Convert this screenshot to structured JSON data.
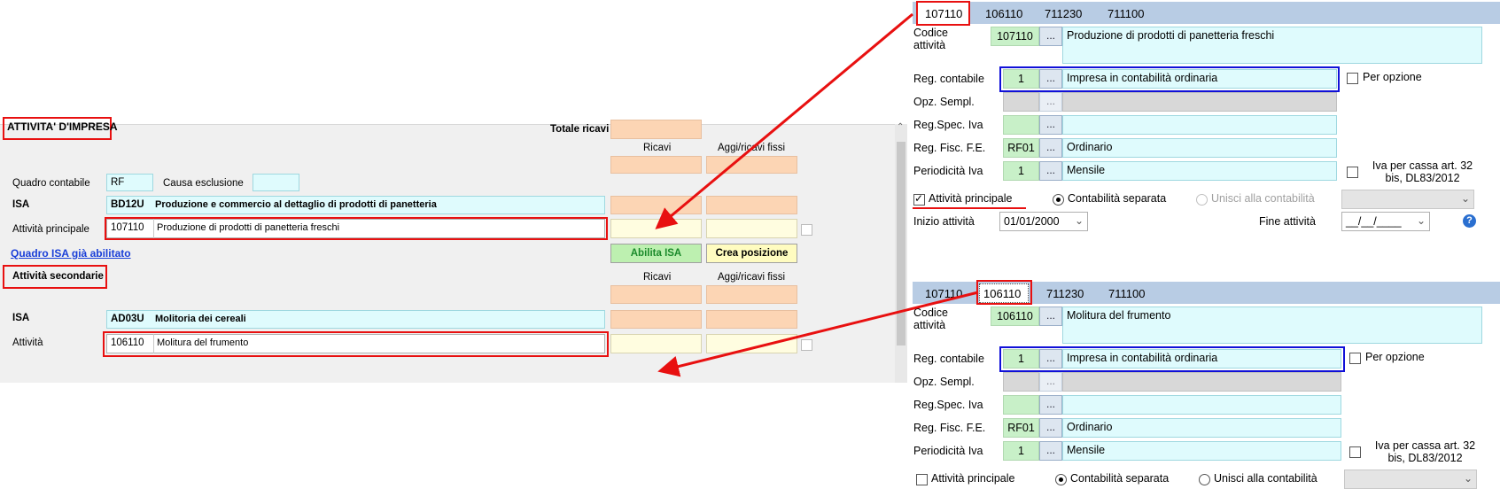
{
  "left": {
    "section_title": "ATTIVITA' D'IMPRESA",
    "totale_ricavi_label": "Totale ricavi",
    "ricavi_header": "Ricavi",
    "aggi_header": "Aggi/ricavi fissi",
    "quadro_contabile_label": "Quadro contabile",
    "quadro_contabile_value": "RF",
    "causa_esclusione_label": "Causa esclusione",
    "isa_label": "ISA",
    "isa_code": "BD12U",
    "isa_desc": "Produzione e commercio al dettaglio di prodotti di panetteria",
    "attivita_principale_label": "Attività principale",
    "attivita_principale_code": "107110",
    "attivita_principale_desc": "Produzione di prodotti di panetteria freschi",
    "quadro_isa_link": "Quadro ISA già abilitato",
    "abilita_isa_button": "Abilita ISA",
    "crea_posizione_button": "Crea posizione",
    "secondarie_title": "Attività secondarie",
    "ricavi_header2": "Ricavi",
    "aggi_header2": "Aggi/ricavi fissi",
    "isa2_label": "ISA",
    "isa2_code": "AD03U",
    "isa2_desc": "Molitoria dei cereali",
    "attivita_label": "Attività",
    "attivita_code": "106110",
    "attivita_desc": "Molitura del frumento"
  },
  "top_panel": {
    "tabs": [
      "107110",
      "106110",
      "711230",
      "711100"
    ],
    "codice_label": "Codice attività",
    "codice_value": "107110",
    "codice_desc": "Produzione di prodotti di panetteria freschi",
    "reg_contabile_label": "Reg. contabile",
    "reg_contabile_code": "1",
    "reg_contabile_desc": "Impresa  in contabilità ordinaria",
    "per_opzione_label": "Per opzione",
    "opz_sempl_label": "Opz. Sempl.",
    "reg_spec_iva_label": "Reg.Spec. Iva",
    "reg_fisc_label": "Reg. Fisc. F.E.",
    "reg_fisc_code": "RF01",
    "reg_fisc_desc": "Ordinario",
    "periodicita_label": "Periodicità Iva",
    "periodicita_code": "1",
    "periodicita_desc": "Mensile",
    "iva_cassa_label": "Iva per cassa art. 32 bis, DL83/2012",
    "attivita_principale_label": "Attività principale",
    "attivita_principale_checked": true,
    "contabilita_separata_label": "Contabilità separata",
    "unisci_label": "Unisci alla contabilità",
    "inizio_label": "Inizio attività",
    "inizio_value": "01/01/2000",
    "fine_label": "Fine attività",
    "fine_value": "__/__/____",
    "help_icon_text": "?"
  },
  "bottom_panel": {
    "tabs": [
      "107110",
      "106110",
      "711230",
      "711100"
    ],
    "codice_label": "Codice attività",
    "codice_value": "106110",
    "codice_desc": "Molitura del frumento",
    "reg_contabile_label": "Reg. contabile",
    "reg_contabile_code": "1",
    "reg_contabile_desc": "Impresa  in contabilità ordinaria",
    "per_opzione_label": "Per opzione",
    "opz_sempl_label": "Opz. Sempl.",
    "reg_spec_iva_label": "Reg.Spec. Iva",
    "reg_fisc_label": "Reg. Fisc. F.E.",
    "reg_fisc_code": "RF01",
    "reg_fisc_desc": "Ordinario",
    "periodicita_label": "Periodicità Iva",
    "periodicita_code": "1",
    "periodicita_desc": "Mensile",
    "iva_cassa_label": "Iva per cassa art. 32 bis, DL83/2012",
    "attivita_principale_label": "Attività principale",
    "attivita_principale_checked": false,
    "contabilita_separata_label": "Contabilità separata",
    "unisci_label": "Unisci alla contabilità"
  },
  "dots_label": "...",
  "colors": {
    "annotation_red": "#e81010",
    "annotation_blue": "#1010d8",
    "tab_bar": "#b8cce4",
    "peach_field": "#fcd5b4",
    "cyan_field": "#dffbfd",
    "green_code": "#c8f0c8"
  }
}
